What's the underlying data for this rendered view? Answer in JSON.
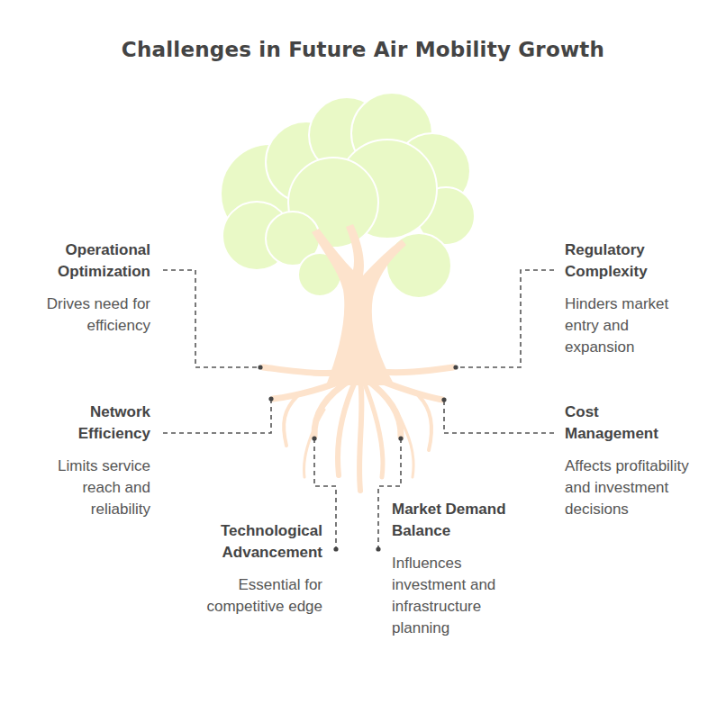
{
  "diagram": {
    "title": "Challenges in Future Air Mobility Growth",
    "nodes": [
      {
        "text": [
          "Operational Optimization",
          "Drives need for efficiency"
        ]
      },
      {
        "text": [
          "Regulatory Complexity",
          "Hinders market entry and expansion"
        ]
      },
      {
        "text": [
          "Network Efficiency",
          "Limits service reach and reliability"
        ]
      },
      {
        "text": [
          "Cost Management",
          "Affects profitability and investment decisions"
        ]
      },
      {
        "text": [
          "Technological Advancement",
          "Essential for competitive edge"
        ]
      },
      {
        "text": [
          "Market Demand Balance",
          "Influences investment and infrastructure planning"
        ]
      }
    ]
  }
}
